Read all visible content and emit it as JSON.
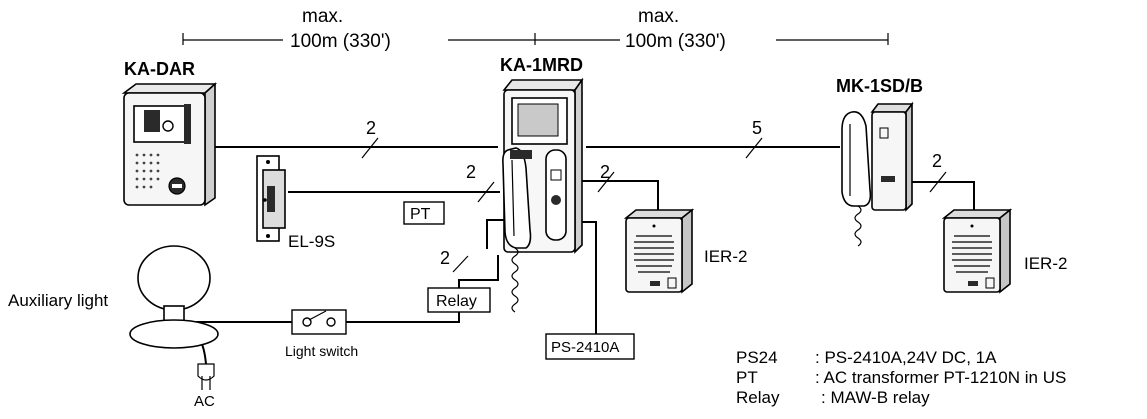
{
  "distance": {
    "left": {
      "max": "max.",
      "value": "100m (330')"
    },
    "right": {
      "max": "max.",
      "value": "100m (330')"
    }
  },
  "devices": {
    "door_station": "KA-DAR",
    "master_station": "KA-1MRD",
    "sub_station": "MK-1SD/B",
    "door_release": "EL-9S",
    "speaker_left": "IER-2",
    "speaker_right": "IER-2",
    "aux_light": "Auxiliary light",
    "light_switch": "Light switch",
    "ac": "AC"
  },
  "boxes": {
    "pt": "PT",
    "relay": "Relay",
    "power_supply": "PS-2410A"
  },
  "wire_counts": {
    "door_to_master": "2",
    "release_to_master": "2",
    "master_to_sub": "5",
    "master_to_speaker": "2",
    "sub_to_speaker": "2",
    "relay_to_master": "2"
  },
  "legend": [
    {
      "key": "PS24",
      "value": ": PS-2410A,24V DC, 1A"
    },
    {
      "key": "PT",
      "value": ": AC transformer PT-1210N in US"
    },
    {
      "key": "Relay",
      "value": ": MAW-B relay"
    }
  ],
  "colors": {
    "line": "#000000",
    "device_fill": "#ffffff",
    "dark_fill": "#2a2a2a"
  }
}
